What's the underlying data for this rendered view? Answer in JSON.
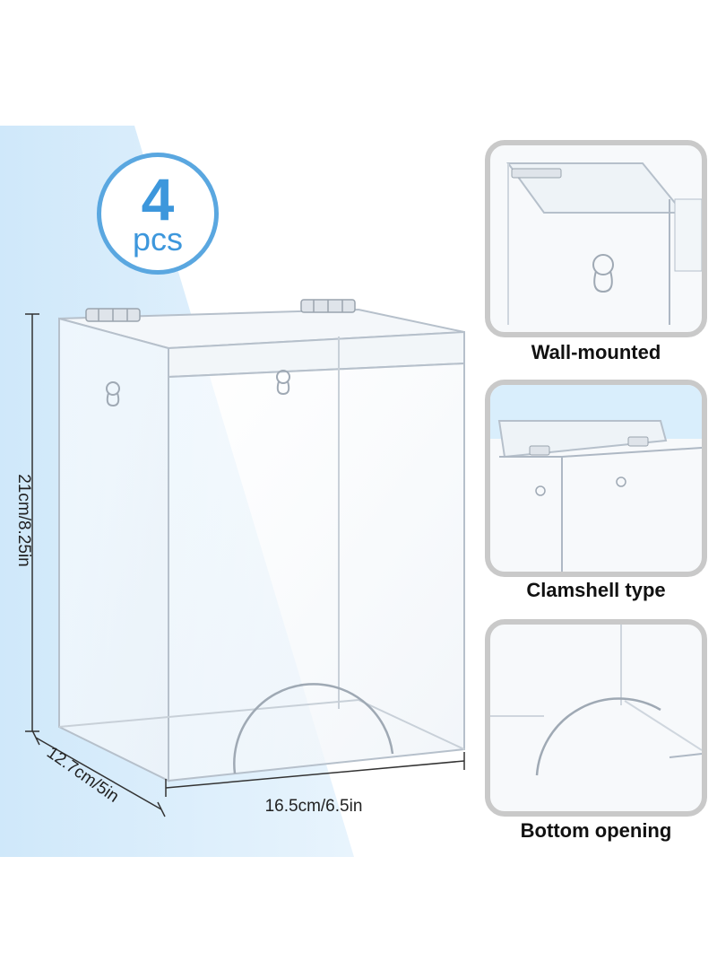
{
  "badge": {
    "count": "4",
    "unit": "pcs"
  },
  "dimensions": {
    "height": "21cm/8.25in",
    "width": "16.5cm/6.5in",
    "depth": "12.7cm/5in"
  },
  "features": [
    {
      "caption": "Wall-mounted"
    },
    {
      "caption": "Clamshell type"
    },
    {
      "caption": "Bottom opening"
    }
  ],
  "colors": {
    "background_band": "#d6ecfb",
    "badge_accent": "#3d97dc",
    "panel_border": "#c9c9c9",
    "acrylic_edge": "#aeb8c4"
  }
}
